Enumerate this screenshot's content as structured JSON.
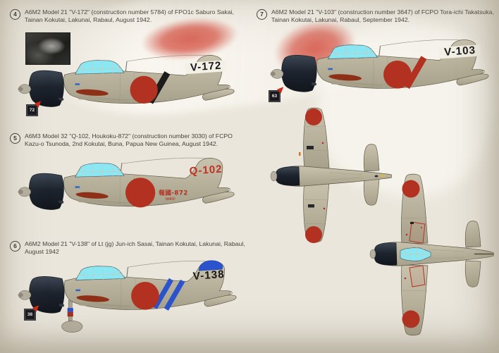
{
  "captions": [
    {
      "num": "4",
      "line1": "A6M2 Model 21 \"V-172\" (construction number 5784) of FPO1c Saburo Sakai,",
      "line2": "Tainan Kokutai, Lakunai, Rabaul, August 1942."
    },
    {
      "num": "5",
      "line1": "A6M3 Model 32 \"Q-102, Houkoku-872\" (construction number 3030) of FCPO",
      "line2": "Kazu-o Tsunoda, 2nd Kokutai, Buna, Papua New Guinea, August 1942."
    },
    {
      "num": "6",
      "line1": "A6M2 Model 21 \"V-138\" of Lt (jg) Jun-ich Sasai, Tainan Kokutai, Lakunai, Rabaul,",
      "line2": "August 1942"
    },
    {
      "num": "7",
      "line1": "A6M2 Model 21 \"V-103\" (construction number 3647) of FCPO Tora-ichi Takatsuka,",
      "line2": "Tainan Kokutai, Lakunai, Rabaul, September 1942."
    }
  ],
  "aircraft": {
    "v172": {
      "tail_code": "V-172",
      "color_chip": "72"
    },
    "q102": {
      "tail_code": "Q-102",
      "fuselage_marking": "報國-872",
      "fuselage_marking_sub": "（報國號）"
    },
    "v138": {
      "tail_code": "V-138",
      "color_chip": "38"
    },
    "v103": {
      "tail_code": "V-103",
      "color_chip": "63"
    }
  },
  "colors": {
    "background": "#eae6dc",
    "camouflage": "#b9b39e",
    "cowling": "#1f2731",
    "canopy": "#8ae7f4",
    "hinomaru_red": "#b23120",
    "tail_band_white": "#f3f0e6",
    "stripe_blue": "#2b54cc",
    "stripe_black": "#1c1c1c",
    "tail_code_red": "#c03020",
    "flag_red": "#d86253"
  }
}
